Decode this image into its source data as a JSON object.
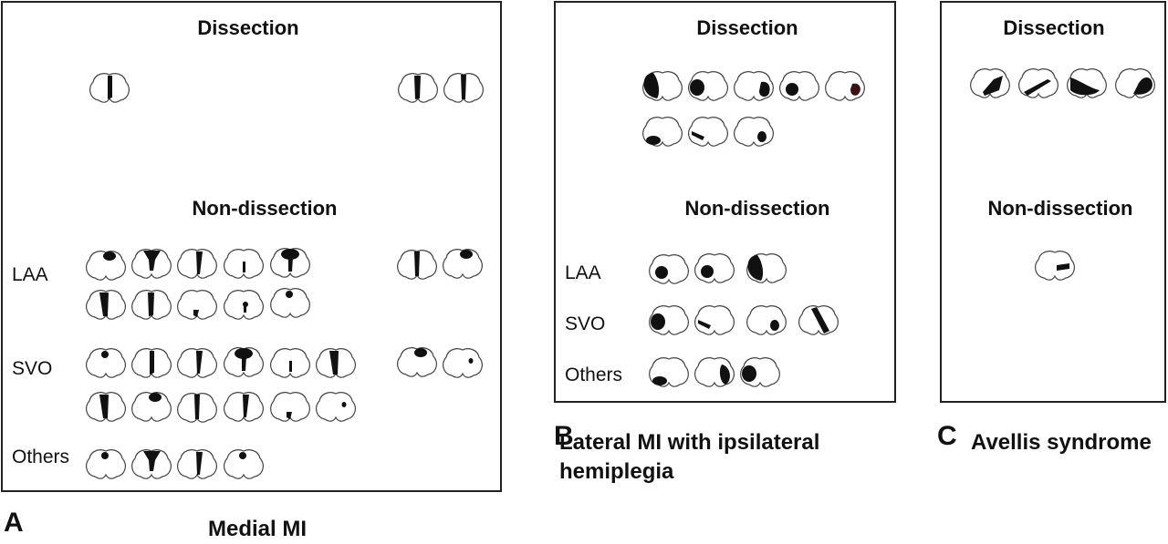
{
  "panels": [
    {
      "letter": "A",
      "caption": "Medial MI",
      "headings": {
        "dissection": "Dissection",
        "non_dissection": "Non-dissection"
      },
      "row_labels": {
        "laa": "LAA",
        "svo": "SVO",
        "others": "Others"
      }
    },
    {
      "letter": "B",
      "caption": "Lateral MI with ipsilateral hemiplegia",
      "headings": {
        "dissection": "Dissection",
        "non_dissection": "Non-dissection"
      },
      "row_labels": {
        "laa": "LAA",
        "svo": "SVO",
        "others": "Others"
      }
    },
    {
      "letter": "C",
      "caption": "Avellis syndrome",
      "headings": {
        "dissection": "Dissection",
        "non_dissection": "Non-dissection"
      }
    }
  ],
  "colors": {
    "outline": "#444444",
    "lesion": "#111111",
    "lesion_alt": "#3a1212",
    "border": "#222222"
  }
}
